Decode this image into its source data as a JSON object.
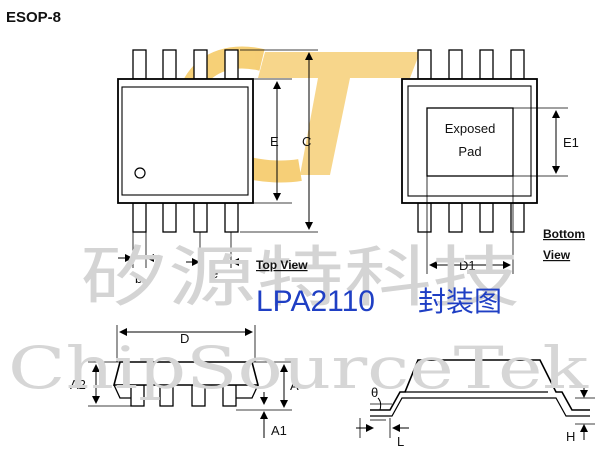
{
  "package_name": "ESOP-8",
  "watermark": {
    "chinese": "矽源特科技",
    "english": "ChipSourceTek",
    "logo_color": "#f3c04a"
  },
  "caption": {
    "part": "LPA2110",
    "suffix": "封装图",
    "color": "#1f3fc4"
  },
  "views": {
    "top": "Top View",
    "bottom_line1": "Bottom",
    "bottom_line2": "View"
  },
  "pad_label_line1": "Exposed",
  "pad_label_line2": "Pad",
  "dimensions": {
    "E": "E",
    "C": "C",
    "E1": "E1",
    "b": "b",
    "e": "e",
    "D1": "D1",
    "D": "D",
    "A2": "A2",
    "A": "A",
    "A1": "A1",
    "theta": "θ",
    "L": "L",
    "H": "H"
  }
}
